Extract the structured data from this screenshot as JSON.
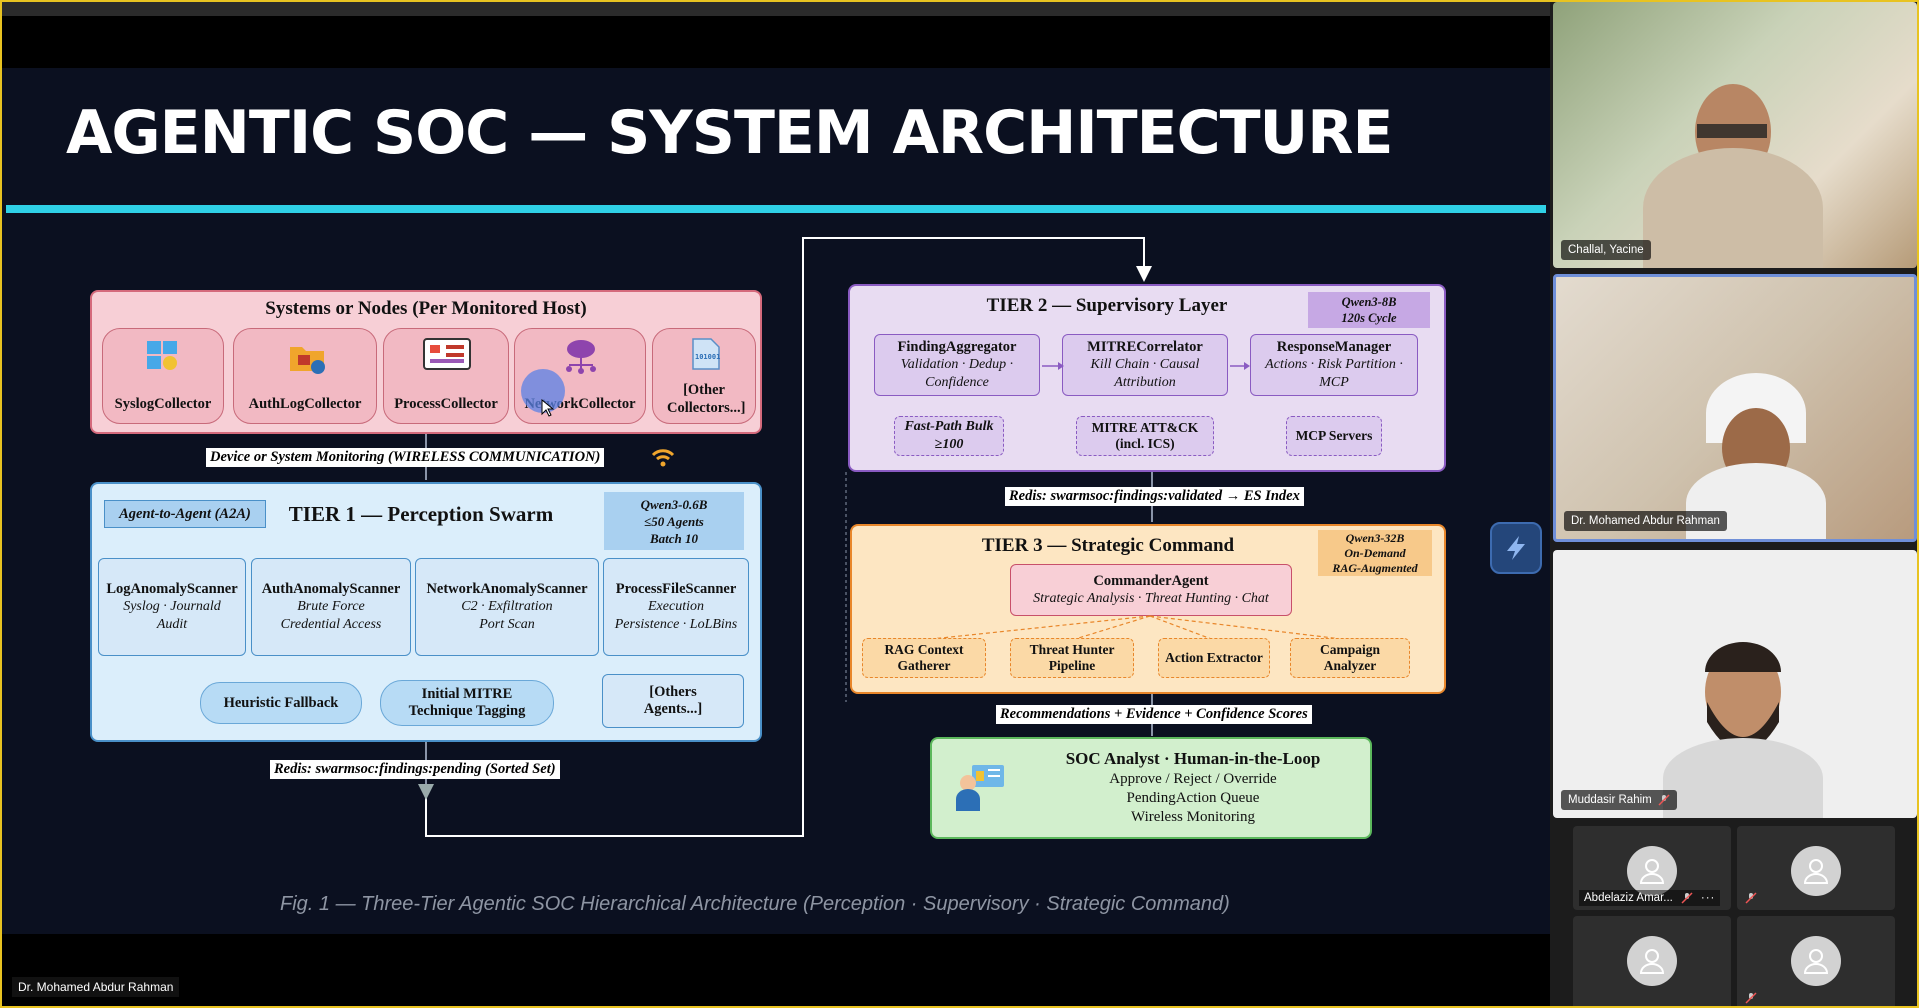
{
  "slide": {
    "title": "AGENTIC SOC — SYSTEM ARCHITECTURE",
    "caption": "Fig. 1 — Three-Tier Agentic SOC Hierarchical Architecture  (Perception · Supervisory · Strategic Command)",
    "presenter_label": "Dr. Mohamed Abdur Rahman",
    "systems": {
      "title": "Systems or Nodes (Per Monitored Host)",
      "collectors": [
        "SyslogCollector",
        "AuthLogCollector",
        "ProcessCollector",
        "NetworkCollector",
        "[Other Collectors...]"
      ]
    },
    "link_device": "Device or System Monitoring (WIRELESS COMMUNICATION)",
    "tier1": {
      "title": "TIER 1 — Perception Swarm",
      "a2a": "Agent-to-Agent (A2A)",
      "model": [
        "Qwen3-0.6B",
        "≤50 Agents",
        "Batch 10"
      ],
      "scanners": [
        {
          "name": "LogAnomalyScanner",
          "d1": "Syslog · Journald",
          "d2": "Audit"
        },
        {
          "name": "AuthAnomalyScanner",
          "d1": "Brute Force",
          "d2": "Credential Access"
        },
        {
          "name": "NetworkAnomalyScanner",
          "d1": "C2 · Exfiltration",
          "d2": "Port Scan"
        },
        {
          "name": "ProcessFileScanner",
          "d1": "Execution",
          "d2": "Persistence · LoLBins"
        }
      ],
      "heuristic": "Heuristic Fallback",
      "mitre_tag": [
        "Initial MITRE",
        "Technique Tagging"
      ],
      "others": [
        "[Others",
        "Agents...]"
      ]
    },
    "link_pending": "Redis: swarmsoc:findings:pending (Sorted Set)",
    "tier2": {
      "title": "TIER 2 — Supervisory Layer",
      "model": [
        "Qwen3-8B",
        "120s Cycle"
      ],
      "cards": [
        {
          "name": "FindingAggregator",
          "d1": "Validation · Dedup ·",
          "d2": "Confidence"
        },
        {
          "name": "MITRECorrelator",
          "d1": "Kill Chain · Causal",
          "d2": "Attribution"
        },
        {
          "name": "ResponseManager",
          "d1": "Actions · Risk Partition ·",
          "d2": "MCP"
        }
      ],
      "sub": [
        [
          "Fast-Path Bulk",
          "≥100"
        ],
        [
          "MITRE ATT&CK",
          "(incl. ICS)"
        ],
        [
          "MCP Servers"
        ]
      ]
    },
    "link_validated": "Redis: swarmsoc:findings:validated → ES Index",
    "tier3": {
      "title": "TIER 3 — Strategic Command",
      "model": [
        "Qwen3-32B",
        "On-Demand",
        "RAG-Augmented"
      ],
      "commander": {
        "name": "CommanderAgent",
        "desc": "Strategic Analysis · Threat Hunting · Chat"
      },
      "sub": [
        [
          "RAG Context",
          "Gatherer"
        ],
        [
          "Threat Hunter",
          "Pipeline"
        ],
        [
          "Action Extractor"
        ],
        [
          "Campaign",
          "Analyzer"
        ]
      ]
    },
    "link_reco": "Recommendations + Evidence + Confidence Scores",
    "analyst": {
      "title": "SOC Analyst · Human-in-the-Loop",
      "lines": [
        "Approve / Reject / Override",
        "PendingAction Queue",
        "Wireless Monitoring"
      ]
    }
  },
  "participants": [
    {
      "name": "Challal, Yacine"
    },
    {
      "name": "Dr. Mohamed Abdur Rahman"
    },
    {
      "name": "Muddasir Rahim"
    },
    {
      "name": "Abdelaziz Amar..."
    }
  ],
  "colors": {
    "accent_rule": "#2fd0e6",
    "speaker_border": "#6f8fd8",
    "window_border": "#e8c321"
  }
}
